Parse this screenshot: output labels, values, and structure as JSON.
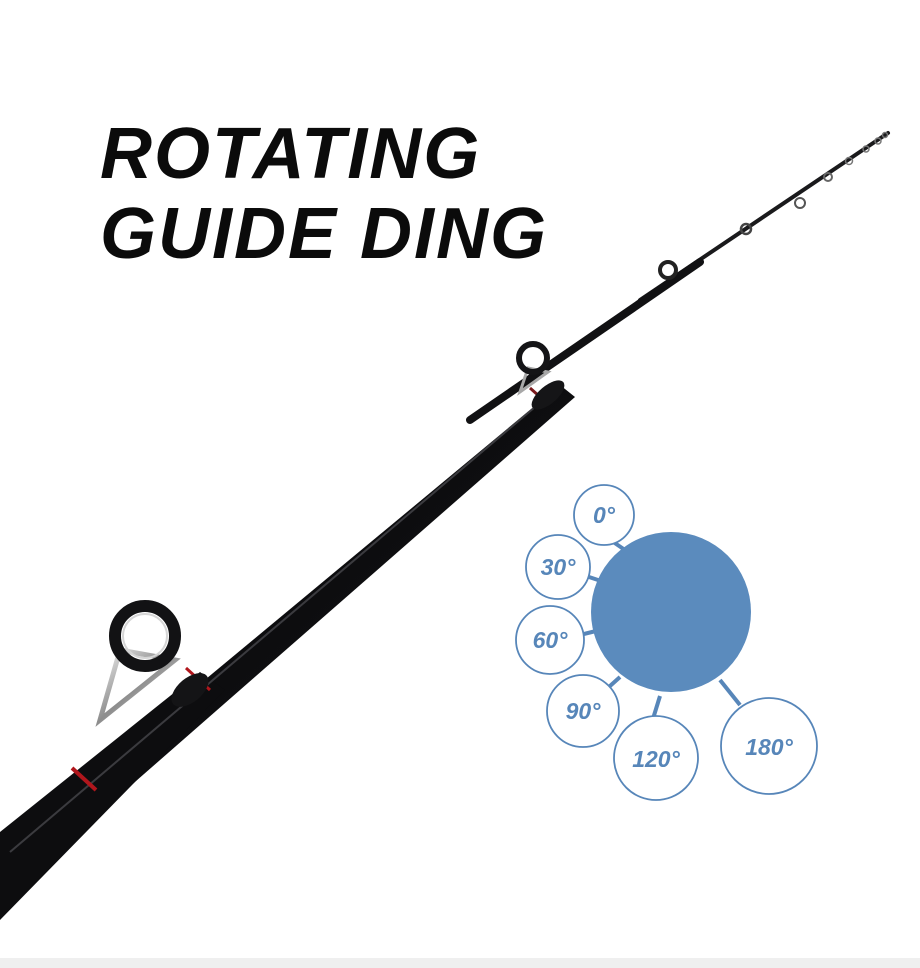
{
  "headline": {
    "line1": "ROTATING",
    "line2": "GUIDE DING"
  },
  "angle_diagram": {
    "center_color": "#5b8bbd",
    "line_color": "#5786b9",
    "labels": [
      "0°",
      "30°",
      "60°",
      "90°",
      "120°",
      "180°"
    ]
  },
  "colors": {
    "background": "#ffffff",
    "rod": "#0e0e10",
    "accent_red": "#b0161c",
    "guide_metal": "#c8c8c8"
  }
}
